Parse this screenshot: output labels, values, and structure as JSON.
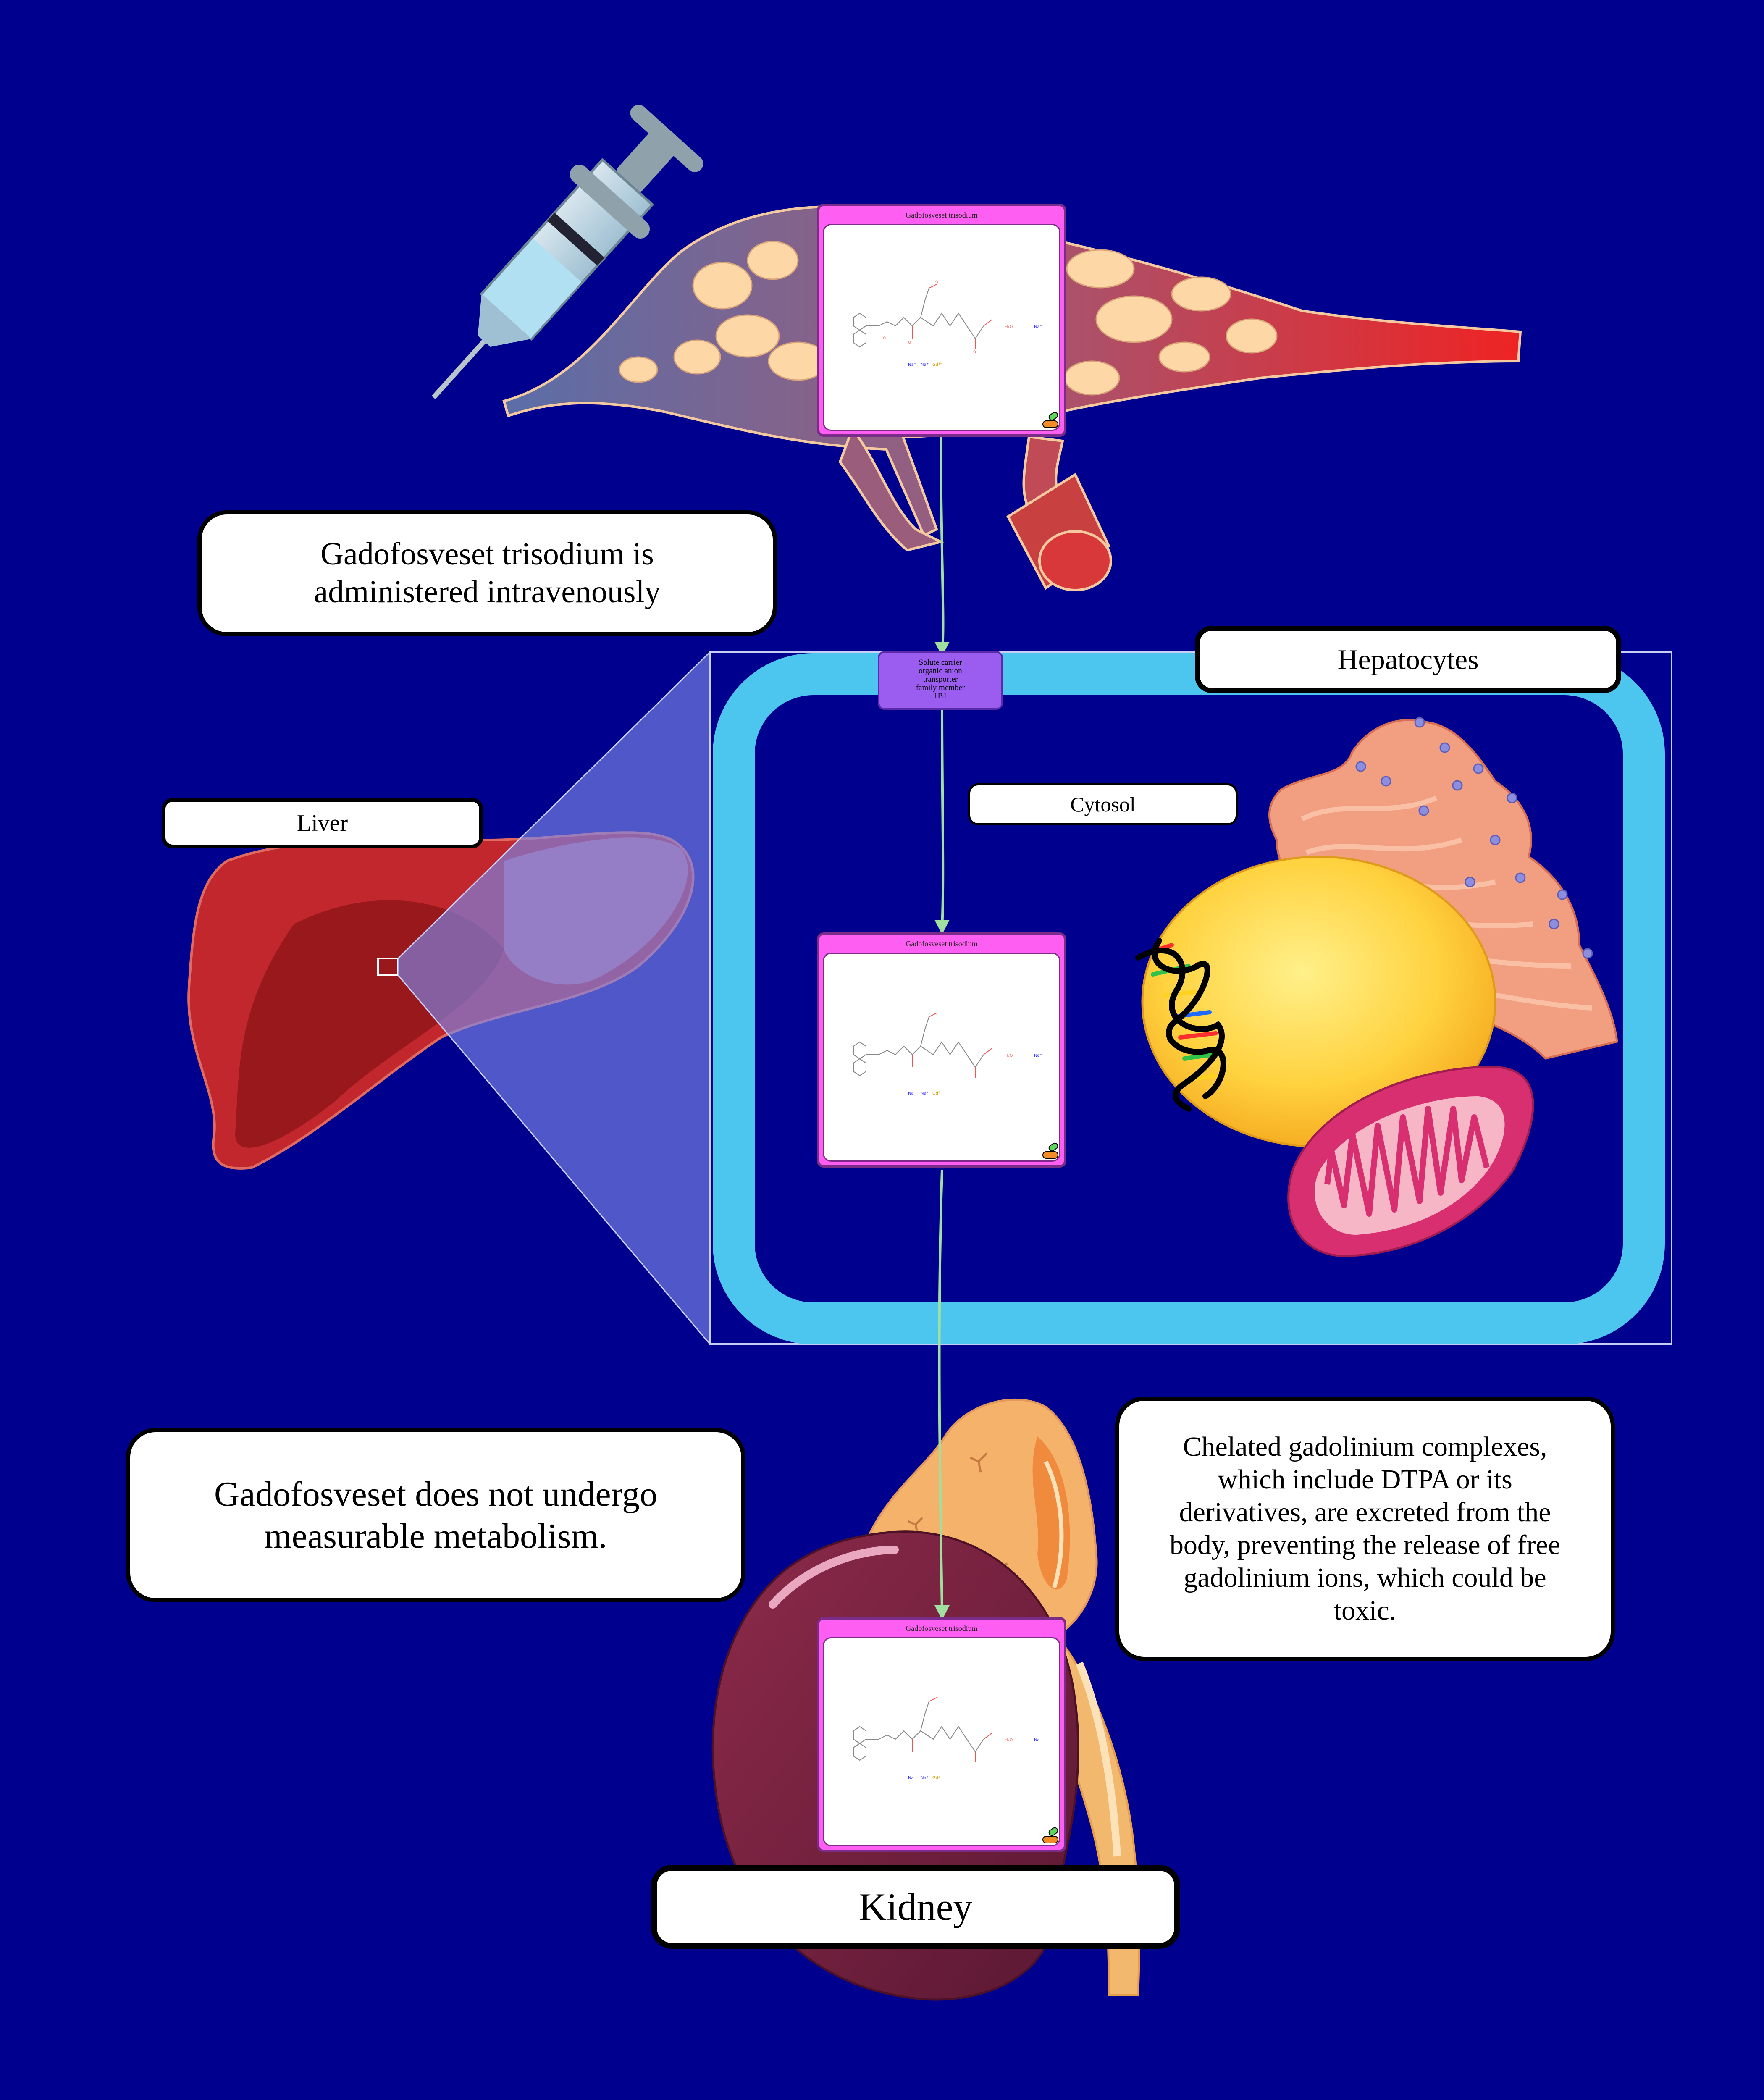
{
  "title": "",
  "colors": {
    "background": "#00008f",
    "cell_membrane": "#4cc5ef",
    "drug_card_header": "#ff5ef2",
    "transporter": "#9b5cf0",
    "arrow": "#9fe0a0",
    "liver": "#c1272d",
    "kidney": "#7a1f3f"
  },
  "callouts": {
    "administration": "Gadofosveset trisodium is administered intravenously",
    "metabolism": "Gadofosveset does not undergo measurable metabolism.",
    "excretion": "Chelated gadolinium complexes, which include DTPA or its derivatives, are excreted from the body, preventing the release of free gadolinium ions, which could be toxic."
  },
  "labels": {
    "liver": "Liver",
    "hepatocytes": "Hepatocytes",
    "cytosol": "Cytosol",
    "kidney": "Kidney"
  },
  "drug_cards": [
    {
      "name": "Gadofosveset trisodium"
    },
    {
      "name": "Gadofosveset trisodium"
    },
    {
      "name": "Gadofosveset trisodium"
    }
  ],
  "transporter": {
    "name_lines": [
      "Solute carrier",
      "organic anion",
      "transporter",
      "family member",
      "1B1"
    ]
  },
  "molecule_ion_labels": [
    "Na⁺",
    "Na⁺",
    "Gd³⁺",
    "H₂O",
    "Na⁺"
  ],
  "icons": {
    "syringe": "syringe-icon",
    "blood_vessel": "blood-vessel-icon",
    "liver": "liver-icon",
    "nucleus": "nucleus-icon",
    "dna": "dna-icon",
    "endoplasmic_reticulum": "endoplasmic-reticulum-icon",
    "mitochondrion": "mitochondrion-icon",
    "kidney": "kidney-icon",
    "adrenal_gland": "adrenal-gland-icon",
    "drug": "drug-pill-icon"
  }
}
